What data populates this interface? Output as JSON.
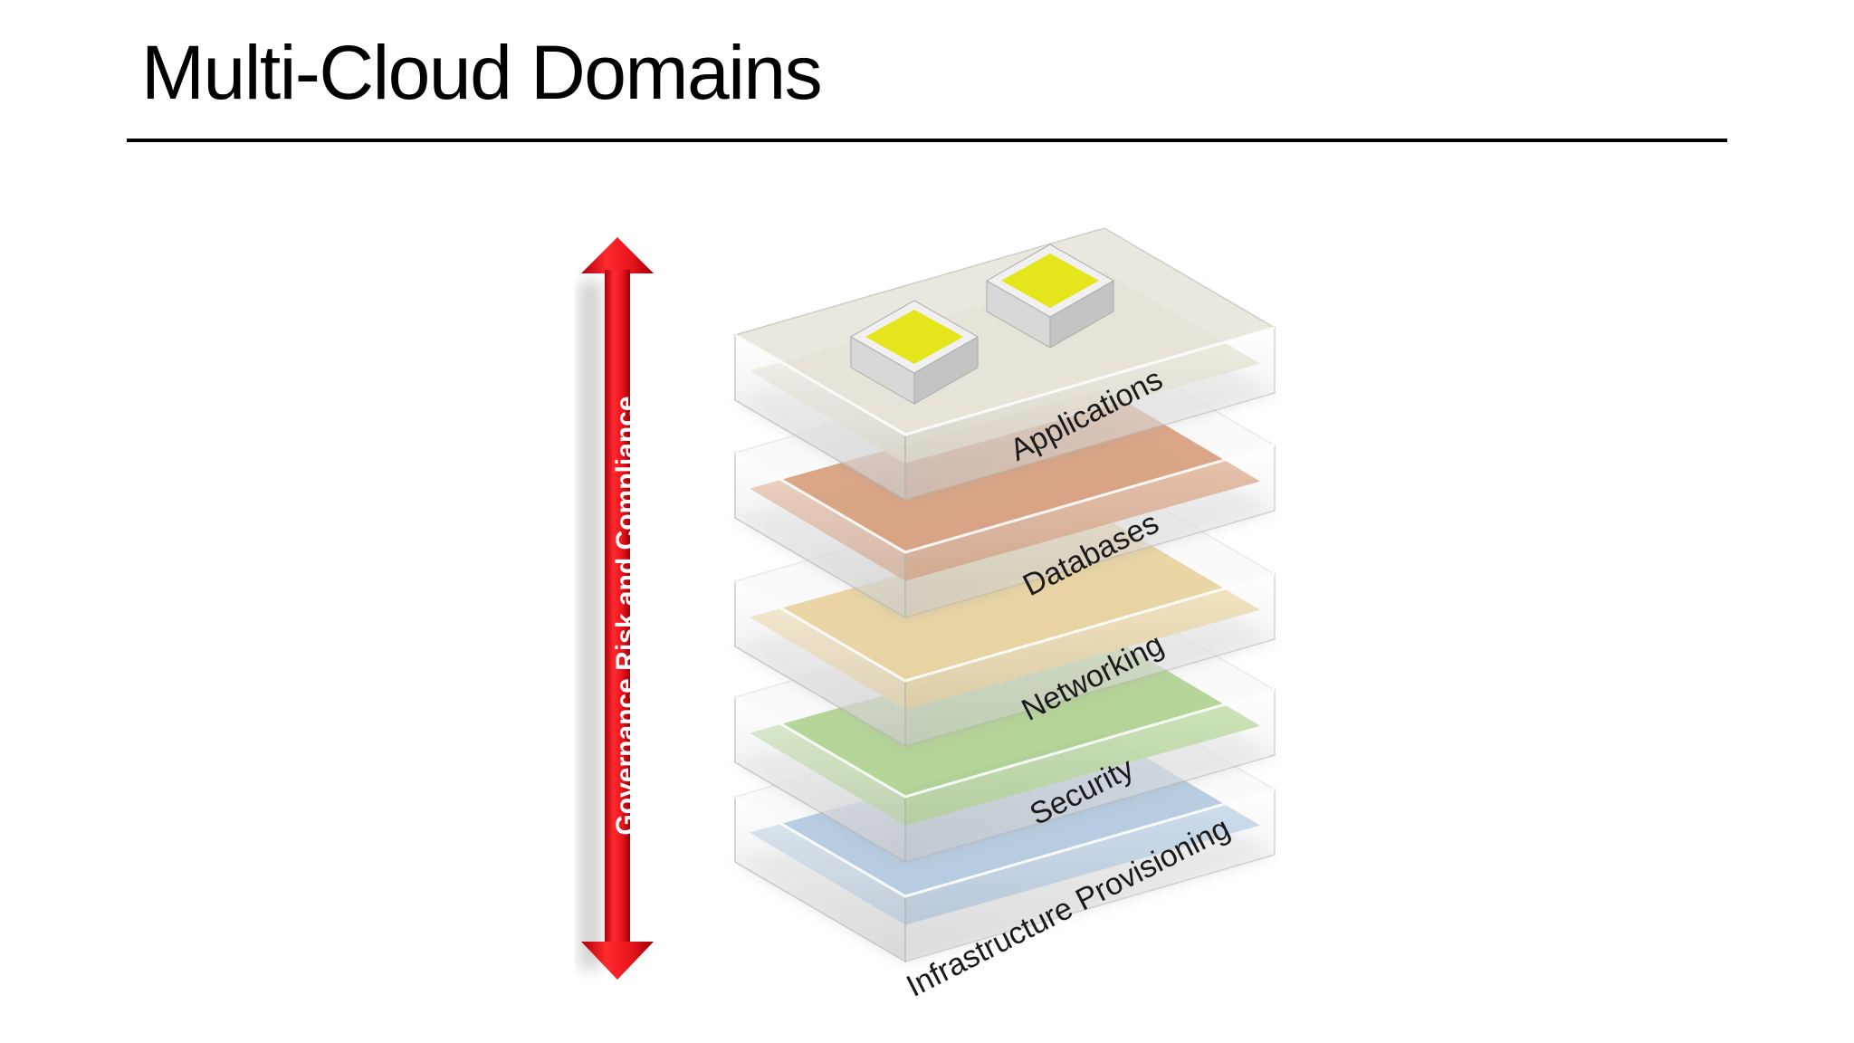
{
  "slide": {
    "title": "Multi-Cloud Domains"
  },
  "diagram": {
    "arrow_label": "Governance Risk and Compliance",
    "colors": {
      "arrow": "#e8141c",
      "glass": "#e6e6e6"
    },
    "layers": [
      {
        "label": "Applications",
        "color": "#d9d2b8"
      },
      {
        "label": "Databases",
        "color": "#c8703a"
      },
      {
        "label": "Networking",
        "color": "#e3c16e"
      },
      {
        "label": "Security",
        "color": "#8cc25a"
      },
      {
        "label": "Infrastructure Provisioning",
        "color": "#8fb3d6"
      }
    ],
    "app_chips_color": "#e4e51a"
  }
}
